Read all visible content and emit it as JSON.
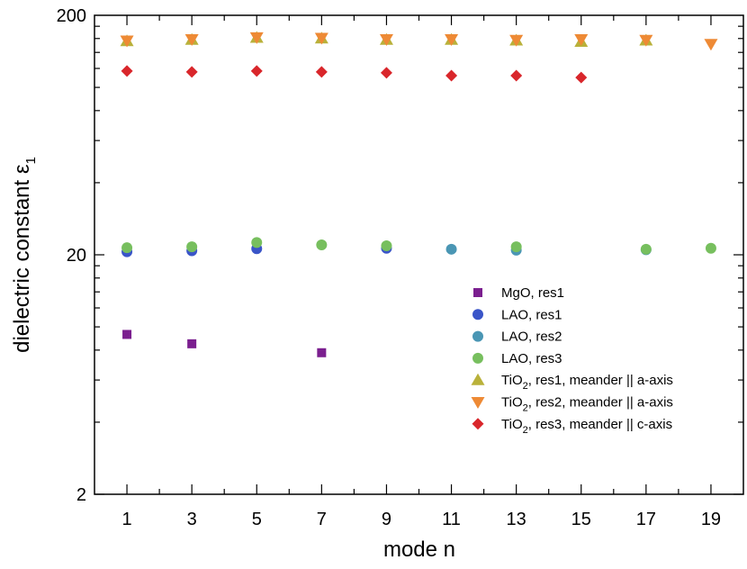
{
  "chart_data": {
    "type": "scatter",
    "title": "",
    "xlabel": "mode n",
    "ylabel": {
      "text": "dielectric constant ε",
      "subscript": "1"
    },
    "xlim": [
      0,
      20
    ],
    "ylim": [
      2,
      200
    ],
    "yscale": "log",
    "xticks": [
      1,
      3,
      5,
      7,
      9,
      11,
      13,
      15,
      17,
      19
    ],
    "yticks": [
      2,
      20,
      200
    ],
    "x_tick_labels": [
      "1",
      "3",
      "5",
      "7",
      "9",
      "11",
      "13",
      "15",
      "17",
      "19"
    ],
    "y_tick_labels": [
      "2",
      "20",
      "200"
    ],
    "grid": false,
    "legend_position": "lower-right",
    "series": [
      {
        "name": "MgO, res1",
        "label": {
          "pre": "MgO, res1",
          "sub": "",
          "post": ""
        },
        "marker": "square",
        "color": "#7b1f8f",
        "x": [
          1,
          3,
          7
        ],
        "y": [
          9.3,
          8.5,
          7.8
        ]
      },
      {
        "name": "LAO, res1",
        "label": {
          "pre": "LAO, res1",
          "sub": "",
          "post": ""
        },
        "marker": "circle",
        "color": "#3a55c8",
        "x": [
          1,
          3,
          5,
          9
        ],
        "y": [
          20.6,
          20.8,
          21.2,
          21.3
        ]
      },
      {
        "name": "LAO, res2",
        "label": {
          "pre": "LAO, res2",
          "sub": "",
          "post": ""
        },
        "marker": "circle",
        "color": "#4a96b4",
        "x": [
          11,
          13,
          17
        ],
        "y": [
          21.1,
          20.9,
          21.0
        ]
      },
      {
        "name": "LAO, res3",
        "label": {
          "pre": "LAO, res3",
          "sub": "",
          "post": ""
        },
        "marker": "circle",
        "color": "#77bf5e",
        "x": [
          1,
          3,
          5,
          7,
          9,
          13,
          17,
          19
        ],
        "y": [
          21.4,
          21.6,
          22.5,
          22.0,
          21.8,
          21.6,
          21.1,
          21.3
        ]
      },
      {
        "name": "TiO2, res1, meander || a-axis",
        "label": {
          "pre": "TiO",
          "sub": "2",
          "post": ", res1, meander || a-axis"
        },
        "marker": "triangle-up",
        "color": "#b9b13a",
        "x": [
          1,
          3,
          5,
          7,
          9,
          11,
          13,
          15,
          17
        ],
        "y": [
          156,
          158,
          161,
          160,
          158,
          158,
          157,
          155,
          157
        ]
      },
      {
        "name": "TiO2, res2, meander || a-axis",
        "label": {
          "pre": "TiO",
          "sub": "2",
          "post": ", res2, meander || a-axis"
        },
        "marker": "triangle-down",
        "color": "#ee8a35",
        "x": [
          1,
          3,
          5,
          7,
          9,
          11,
          13,
          15,
          17,
          19
        ],
        "y": [
          157,
          159,
          162,
          161,
          159,
          159,
          158,
          159,
          158,
          152
        ]
      },
      {
        "name": "TiO2, res3, meander || c-axis",
        "label": {
          "pre": "TiO",
          "sub": "2",
          "post": ", res3, meander || c-axis"
        },
        "marker": "diamond",
        "color": "#d9262b",
        "x": [
          1,
          3,
          5,
          7,
          9,
          11,
          13,
          15
        ],
        "y": [
          117,
          116,
          117,
          116,
          115,
          112,
          112,
          110
        ]
      }
    ]
  }
}
